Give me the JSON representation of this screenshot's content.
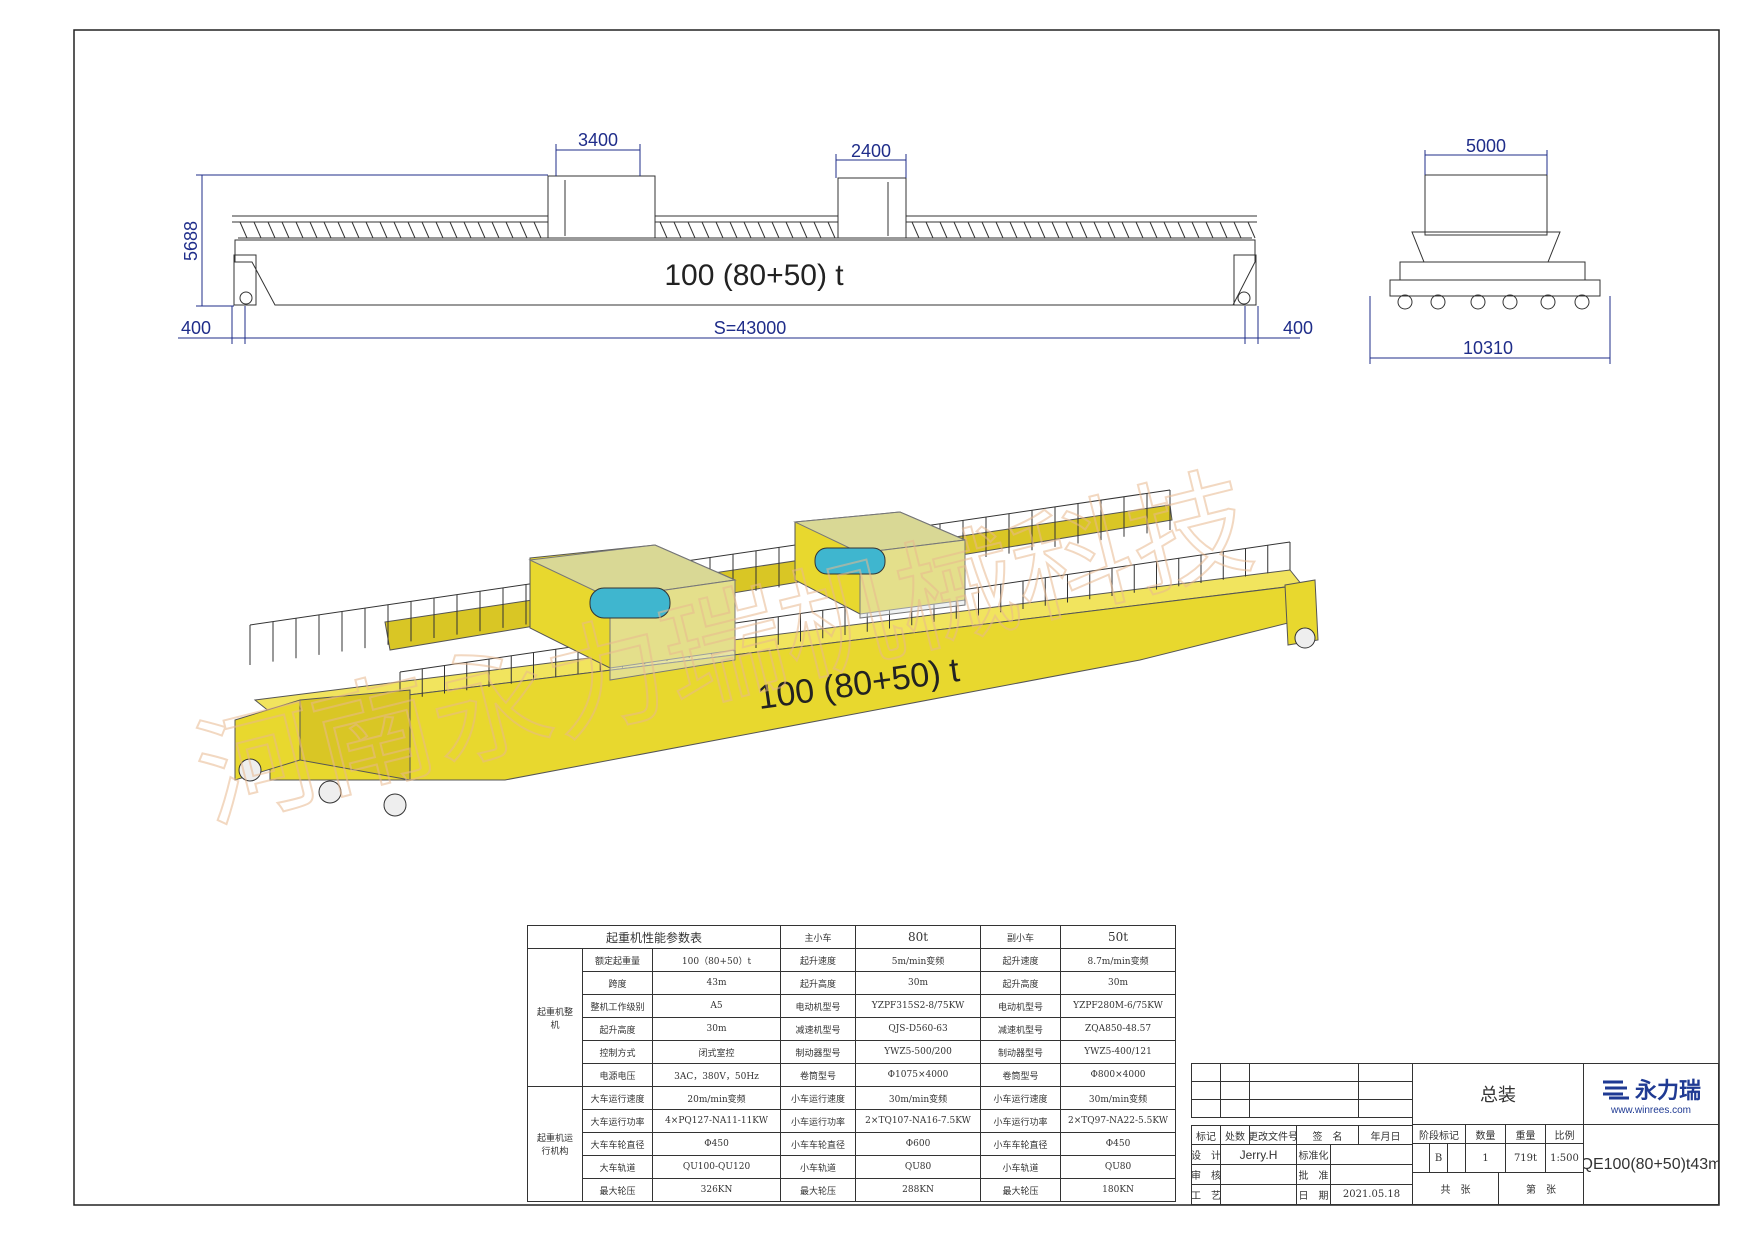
{
  "drawing": {
    "dims": {
      "cab_width": "3400",
      "trolley_width": "2400",
      "height": "5688",
      "end_left": "400",
      "span": "S=43000",
      "end_right": "400",
      "side_top": "5000",
      "side_bottom": "10310"
    },
    "capacity_label": "100 (80+50) t",
    "watermark": "河南永力瑞机械科技",
    "crane_color": "#e8d82e"
  },
  "param_table": {
    "title": "起重机性能参数表",
    "main_trolley": "主小车",
    "main_capacity": "80t",
    "aux_trolley": "副小车",
    "aux_capacity": "50t",
    "group1": "起重机整机",
    "group2": "起重机运行机构",
    "rows": [
      [
        "额定起重量",
        "100（80+50）t",
        "起升速度",
        "5m/min变频",
        "起升速度",
        "8.7m/min变频"
      ],
      [
        "跨度",
        "43m",
        "起升高度",
        "30m",
        "起升高度",
        "30m"
      ],
      [
        "整机工作级别",
        "A5",
        "电动机型号",
        "YZPF315S2-8/75KW",
        "电动机型号",
        "YZPF280M-6/75KW"
      ],
      [
        "起升高度",
        "30m",
        "减速机型号",
        "QJS-D560-63",
        "减速机型号",
        "ZQA850-48.57"
      ],
      [
        "控制方式",
        "闭式室控",
        "制动器型号",
        "YWZ5-500/200",
        "制动器型号",
        "YWZ5-400/121"
      ],
      [
        "电源电压",
        "3AC，380V，50Hz",
        "卷筒型号",
        "Φ1075×4000",
        "卷筒型号",
        "Φ800×4000"
      ],
      [
        "大车运行速度",
        "20m/min变频",
        "小车运行速度",
        "30m/min变频",
        "小车运行速度",
        "30m/min变频"
      ],
      [
        "大车运行功率",
        "4×PQ127-NA11-11KW",
        "小车运行功率",
        "2×TQ107-NA16-7.5KW",
        "小车运行功率",
        "2×TQ97-NA22-5.5KW"
      ],
      [
        "大车车轮直径",
        "Φ450",
        "小车车轮直径",
        "Φ600",
        "小车车轮直径",
        "Φ450"
      ],
      [
        "大车轨道",
        "QU100-QU120",
        "小车轨道",
        "QU80",
        "小车轨道",
        "QU80"
      ],
      [
        "最大轮压",
        "326KN",
        "最大轮压",
        "288KN",
        "最大轮压",
        "180KN"
      ]
    ]
  },
  "title_block": {
    "name": "总装",
    "logo_name": "永力瑞",
    "logo_url": "www.winrees.com",
    "h_mark": "标记",
    "h_count": "处数",
    "h_doc": "更改文件号",
    "h_sign": "签　名",
    "h_date": "年月日",
    "l_design": "设　计",
    "designer": "Jerry.H",
    "l_std": "标准化",
    "l_check": "审　核",
    "l_approve": "批　准",
    "l_process": "工　艺",
    "l_datel": "日　期",
    "date": "2021.05.18",
    "h_stage": "阶段标记",
    "h_qty": "数量",
    "h_weight": "重量",
    "h_scale": "比例",
    "stage": "B",
    "qty": "1",
    "weight": "719t",
    "scale": "1:500",
    "total_sheets": "共　张",
    "sheet_no": "第　张",
    "drawing_code": "QE100(80+50)t43m"
  }
}
